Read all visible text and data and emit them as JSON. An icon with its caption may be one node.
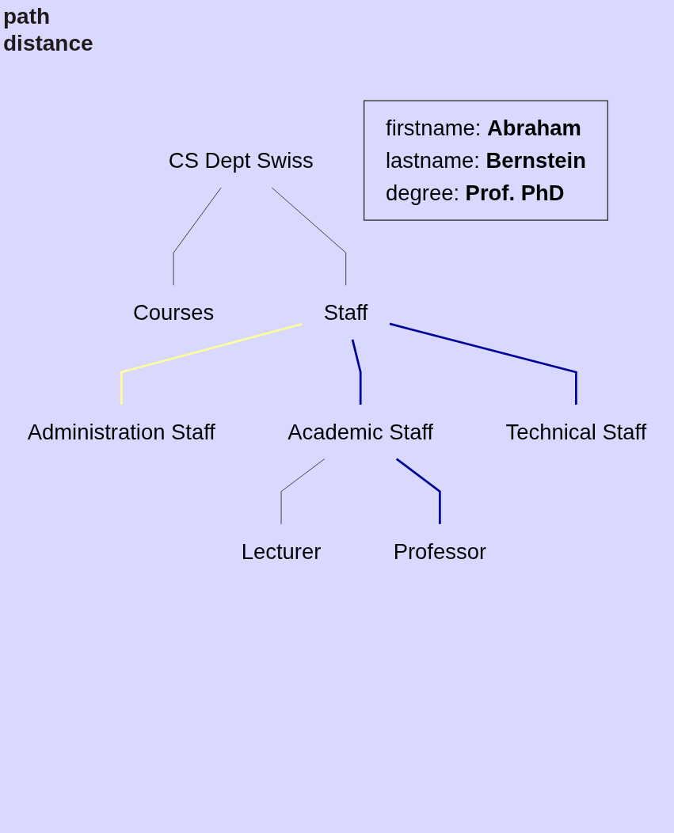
{
  "diagram": {
    "nodes": [
      {
        "text": [
          "CS Dept Swiss"
        ]
      },
      {
        "text": [
          "Courses"
        ]
      },
      {
        "text": [
          "Staff"
        ]
      },
      {
        "text": [
          "Administration Staff"
        ]
      },
      {
        "text": [
          "Academic Staff"
        ]
      },
      {
        "text": [
          "Technical Staff"
        ]
      },
      {
        "text": [
          "Lecturer"
        ]
      },
      {
        "text": [
          "Professor"
        ]
      },
      {
        "text": [
          "firstname: **Abraham**",
          "lastname: **Bernstein**",
          "degree: **Prof. PhD**"
        ]
      }
    ],
    "edges": [
      {
        "from": 0,
        "to": 1,
        "arrow": "none"
      },
      {
        "from": 0,
        "to": 2,
        "arrow": "none"
      },
      {
        "from": 2,
        "to": 3,
        "arrow": "none",
        "color": "#ffff99"
      },
      {
        "from": 2,
        "to": 4,
        "arrow": "none",
        "color": "#000099"
      },
      {
        "from": 2,
        "to": 5,
        "arrow": "none",
        "color": "#000099"
      },
      {
        "from": 4,
        "to": 6,
        "arrow": "none"
      },
      {
        "from": 4,
        "to": 7,
        "arrow": "none",
        "color": "#000099"
      }
    ],
    "labels": [
      "path distance"
    ]
  }
}
